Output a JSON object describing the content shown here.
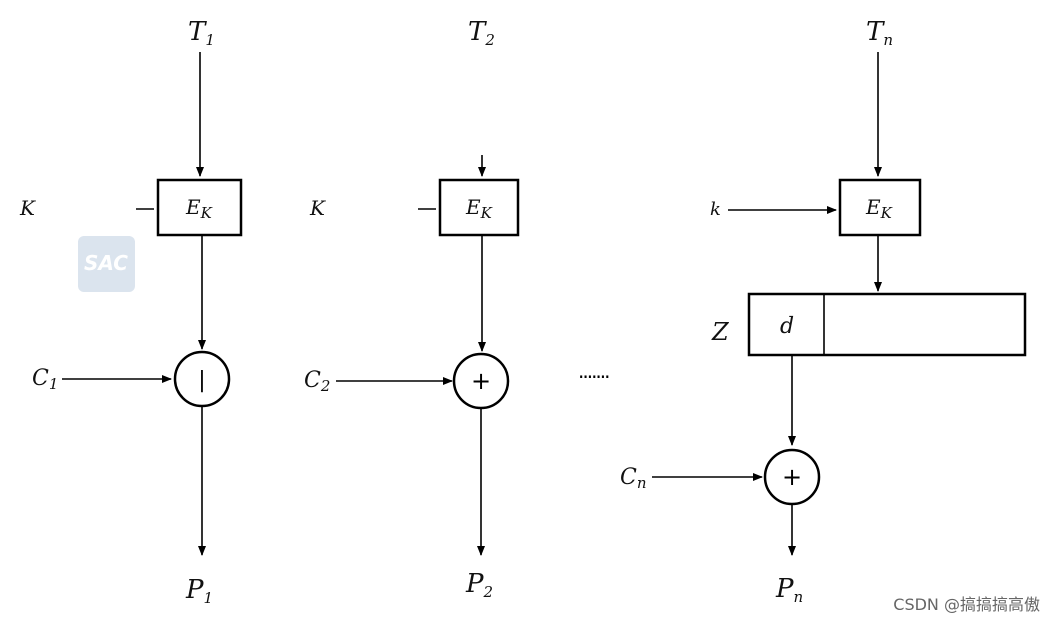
{
  "columns": [
    {
      "input_label": "T",
      "input_sub": "1",
      "key_label": "K",
      "enc_label": "E",
      "enc_sub": "K",
      "cipher_label": "C",
      "cipher_sub": "1",
      "xor_symbol": "|",
      "output_label": "P",
      "output_sub": "1"
    },
    {
      "input_label": "T",
      "input_sub": "2",
      "key_label": "K",
      "enc_label": "E",
      "enc_sub": "K",
      "cipher_label": "C",
      "cipher_sub": "2",
      "xor_symbol": "+",
      "output_label": "P",
      "output_sub": "2"
    },
    {
      "input_label": "T",
      "input_sub": "n",
      "key_label": "k",
      "enc_label": "E",
      "enc_sub": "K",
      "register_label": "Z",
      "register_cell": "d",
      "cipher_label": "C",
      "cipher_sub": "n",
      "xor_symbol": "+",
      "output_label": "P",
      "output_sub": "n"
    }
  ],
  "ellipsis": "·······",
  "logo_text": "SAC",
  "watermark": "CSDN @搞搞搞高傲"
}
